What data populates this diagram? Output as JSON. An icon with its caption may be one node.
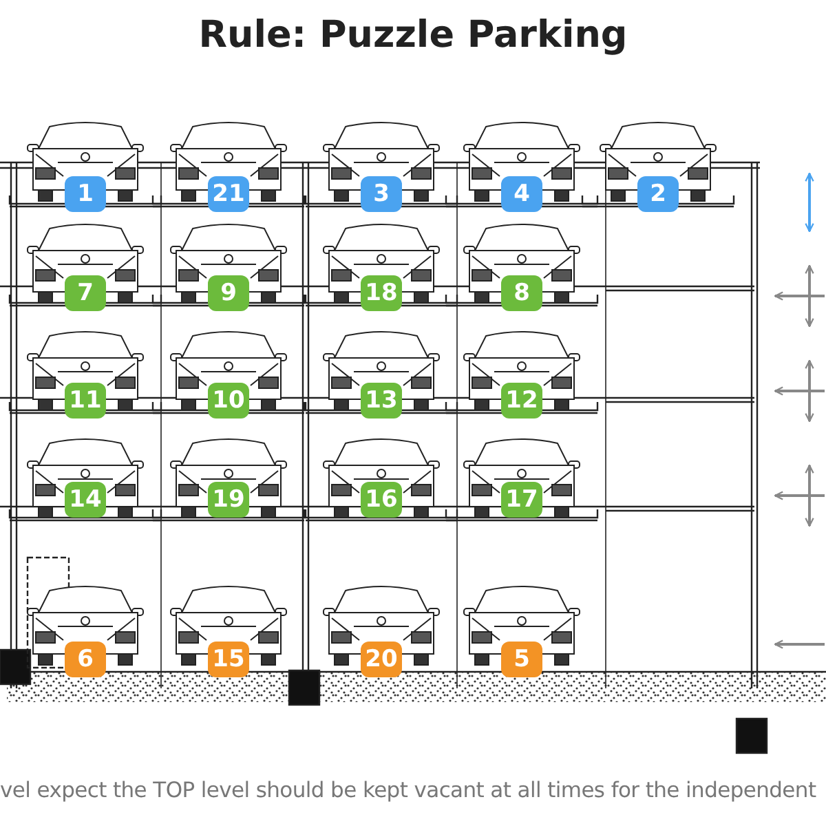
{
  "diagram": {
    "title": "Rule: Puzzle Parking",
    "caption": "vel expect the TOP level should be kept vacant at all times for the independent",
    "labels": [
      "1",
      "21",
      "3",
      "4",
      "2",
      "7",
      "9",
      "18",
      "8",
      "11",
      "10",
      "13",
      "12",
      "14",
      "19",
      "16",
      "17",
      "6",
      "15",
      "20",
      "5"
    ]
  }
}
